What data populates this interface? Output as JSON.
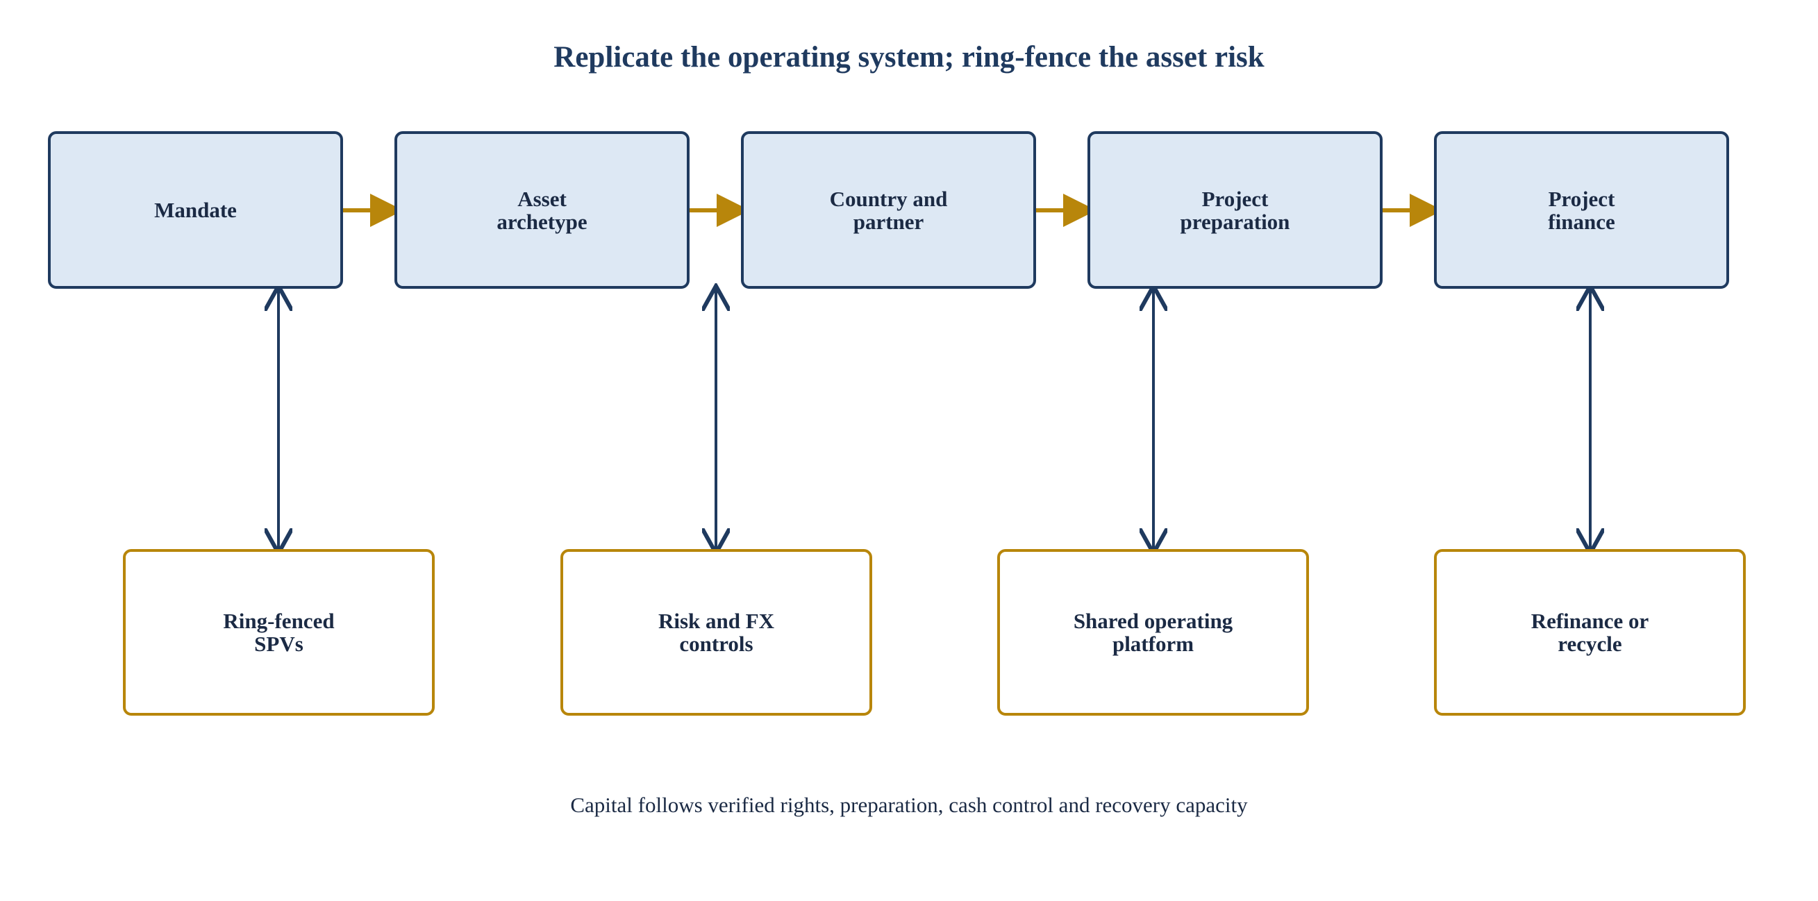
{
  "title": "Replicate the operating system; ring-fence the asset risk",
  "stages": [
    {
      "label": "Mandate"
    },
    {
      "label": "Asset\narchetype"
    },
    {
      "label": "Country and\npartner"
    },
    {
      "label": "Project\npreparation"
    },
    {
      "label": "Project\nfinance"
    }
  ],
  "controls": [
    {
      "label": "Ring-fenced\nSPVs"
    },
    {
      "label": "Risk and FX\ncontrols"
    },
    {
      "label": "Shared operating\nplatform"
    },
    {
      "label": "Refinance or\nrecycle"
    }
  ],
  "caption": "Capital follows verified rights, preparation, cash control and recovery capacity",
  "colors": {
    "stage_fill": "#dde8f4",
    "stage_border": "#1f3a5f",
    "control_border": "#b8860b",
    "flow_arrow": "#b8860b",
    "link_arrow": "#1f3a5f"
  }
}
